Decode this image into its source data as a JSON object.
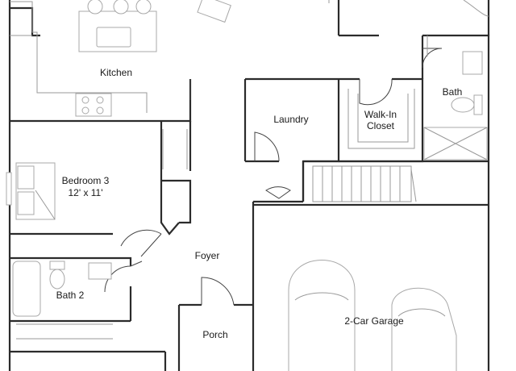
{
  "rooms": {
    "kitchen": "Kitchen",
    "bedroom3_name": "Bedroom 3",
    "bedroom3_size": "12' x 11'",
    "laundry": "Laundry",
    "walkin_line1": "Walk-In",
    "walkin_line2": "Closet",
    "bath": "Bath",
    "foyer": "Foyer",
    "bath2": "Bath 2",
    "porch": "Porch",
    "garage": "2-Car Garage"
  }
}
